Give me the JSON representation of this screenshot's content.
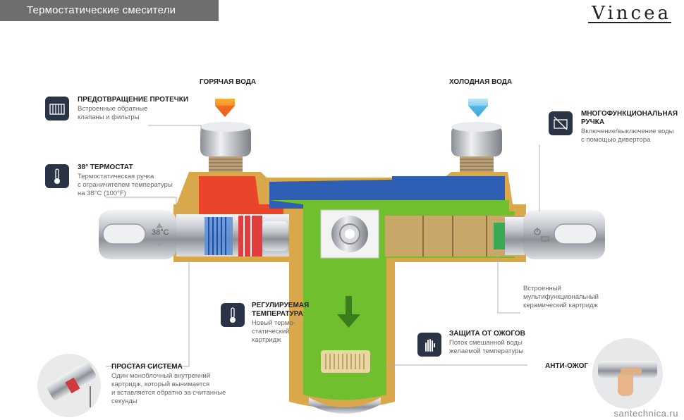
{
  "header": {
    "title": "Термостатические смесители",
    "brand": "Vincea"
  },
  "water": {
    "hot_label": "ГОРЯЧАЯ ВОДА",
    "cold_label": "ХОЛОДНАЯ ВОДА"
  },
  "features": {
    "leak": {
      "title": "ПРЕДОТВРАЩЕНИЕ ПРОТЕЧКИ",
      "desc": [
        "Встроенные обратные",
        "клапаны и фильтры"
      ]
    },
    "thermostat": {
      "title": "38° ТЕРМОСТАТ",
      "desc": [
        "Термостатическая ручка",
        "с ограничителем температуры",
        "на 38°C (100°F)"
      ]
    },
    "handle": {
      "title": [
        "МНОГОФУНКЦИОНАЛЬНАЯ",
        "РУЧКА"
      ],
      "desc": [
        "Включение/выключение воды",
        "с помощью дивертора"
      ]
    },
    "cartridge": {
      "desc": [
        "Встроенный",
        "мультифункциональный",
        "керамический картридж"
      ]
    },
    "adjustable": {
      "title": [
        "РЕГУЛИРУЕМАЯ",
        "ТЕМПЕРАТУРА"
      ],
      "desc": [
        "Новый термо-",
        "статический",
        "картридж"
      ]
    },
    "burn": {
      "title": "ЗАЩИТА ОТ ОЖОГОВ",
      "desc": [
        "Поток смешанной воды",
        "желаемой температуры"
      ]
    },
    "simple": {
      "title": "ПРОСТАЯ СИСТЕМА",
      "desc": [
        "Один моноблочный внутренний",
        "картридж, который вынимается",
        "и вставляется обратно за считанные",
        "секунды"
      ]
    },
    "anti_burn": {
      "title": "АНТИ-ОЖОГ"
    }
  },
  "knob": {
    "temp_label": "38°C"
  },
  "watermark": "santechnica.ru",
  "colors": {
    "hot": "#e8452a",
    "cold": "#2e5fb5",
    "mixed": "#6fbf2f",
    "body": "#d8a84a",
    "chrome": "#c9ccd1",
    "icon_bg": "#2b3346"
  }
}
